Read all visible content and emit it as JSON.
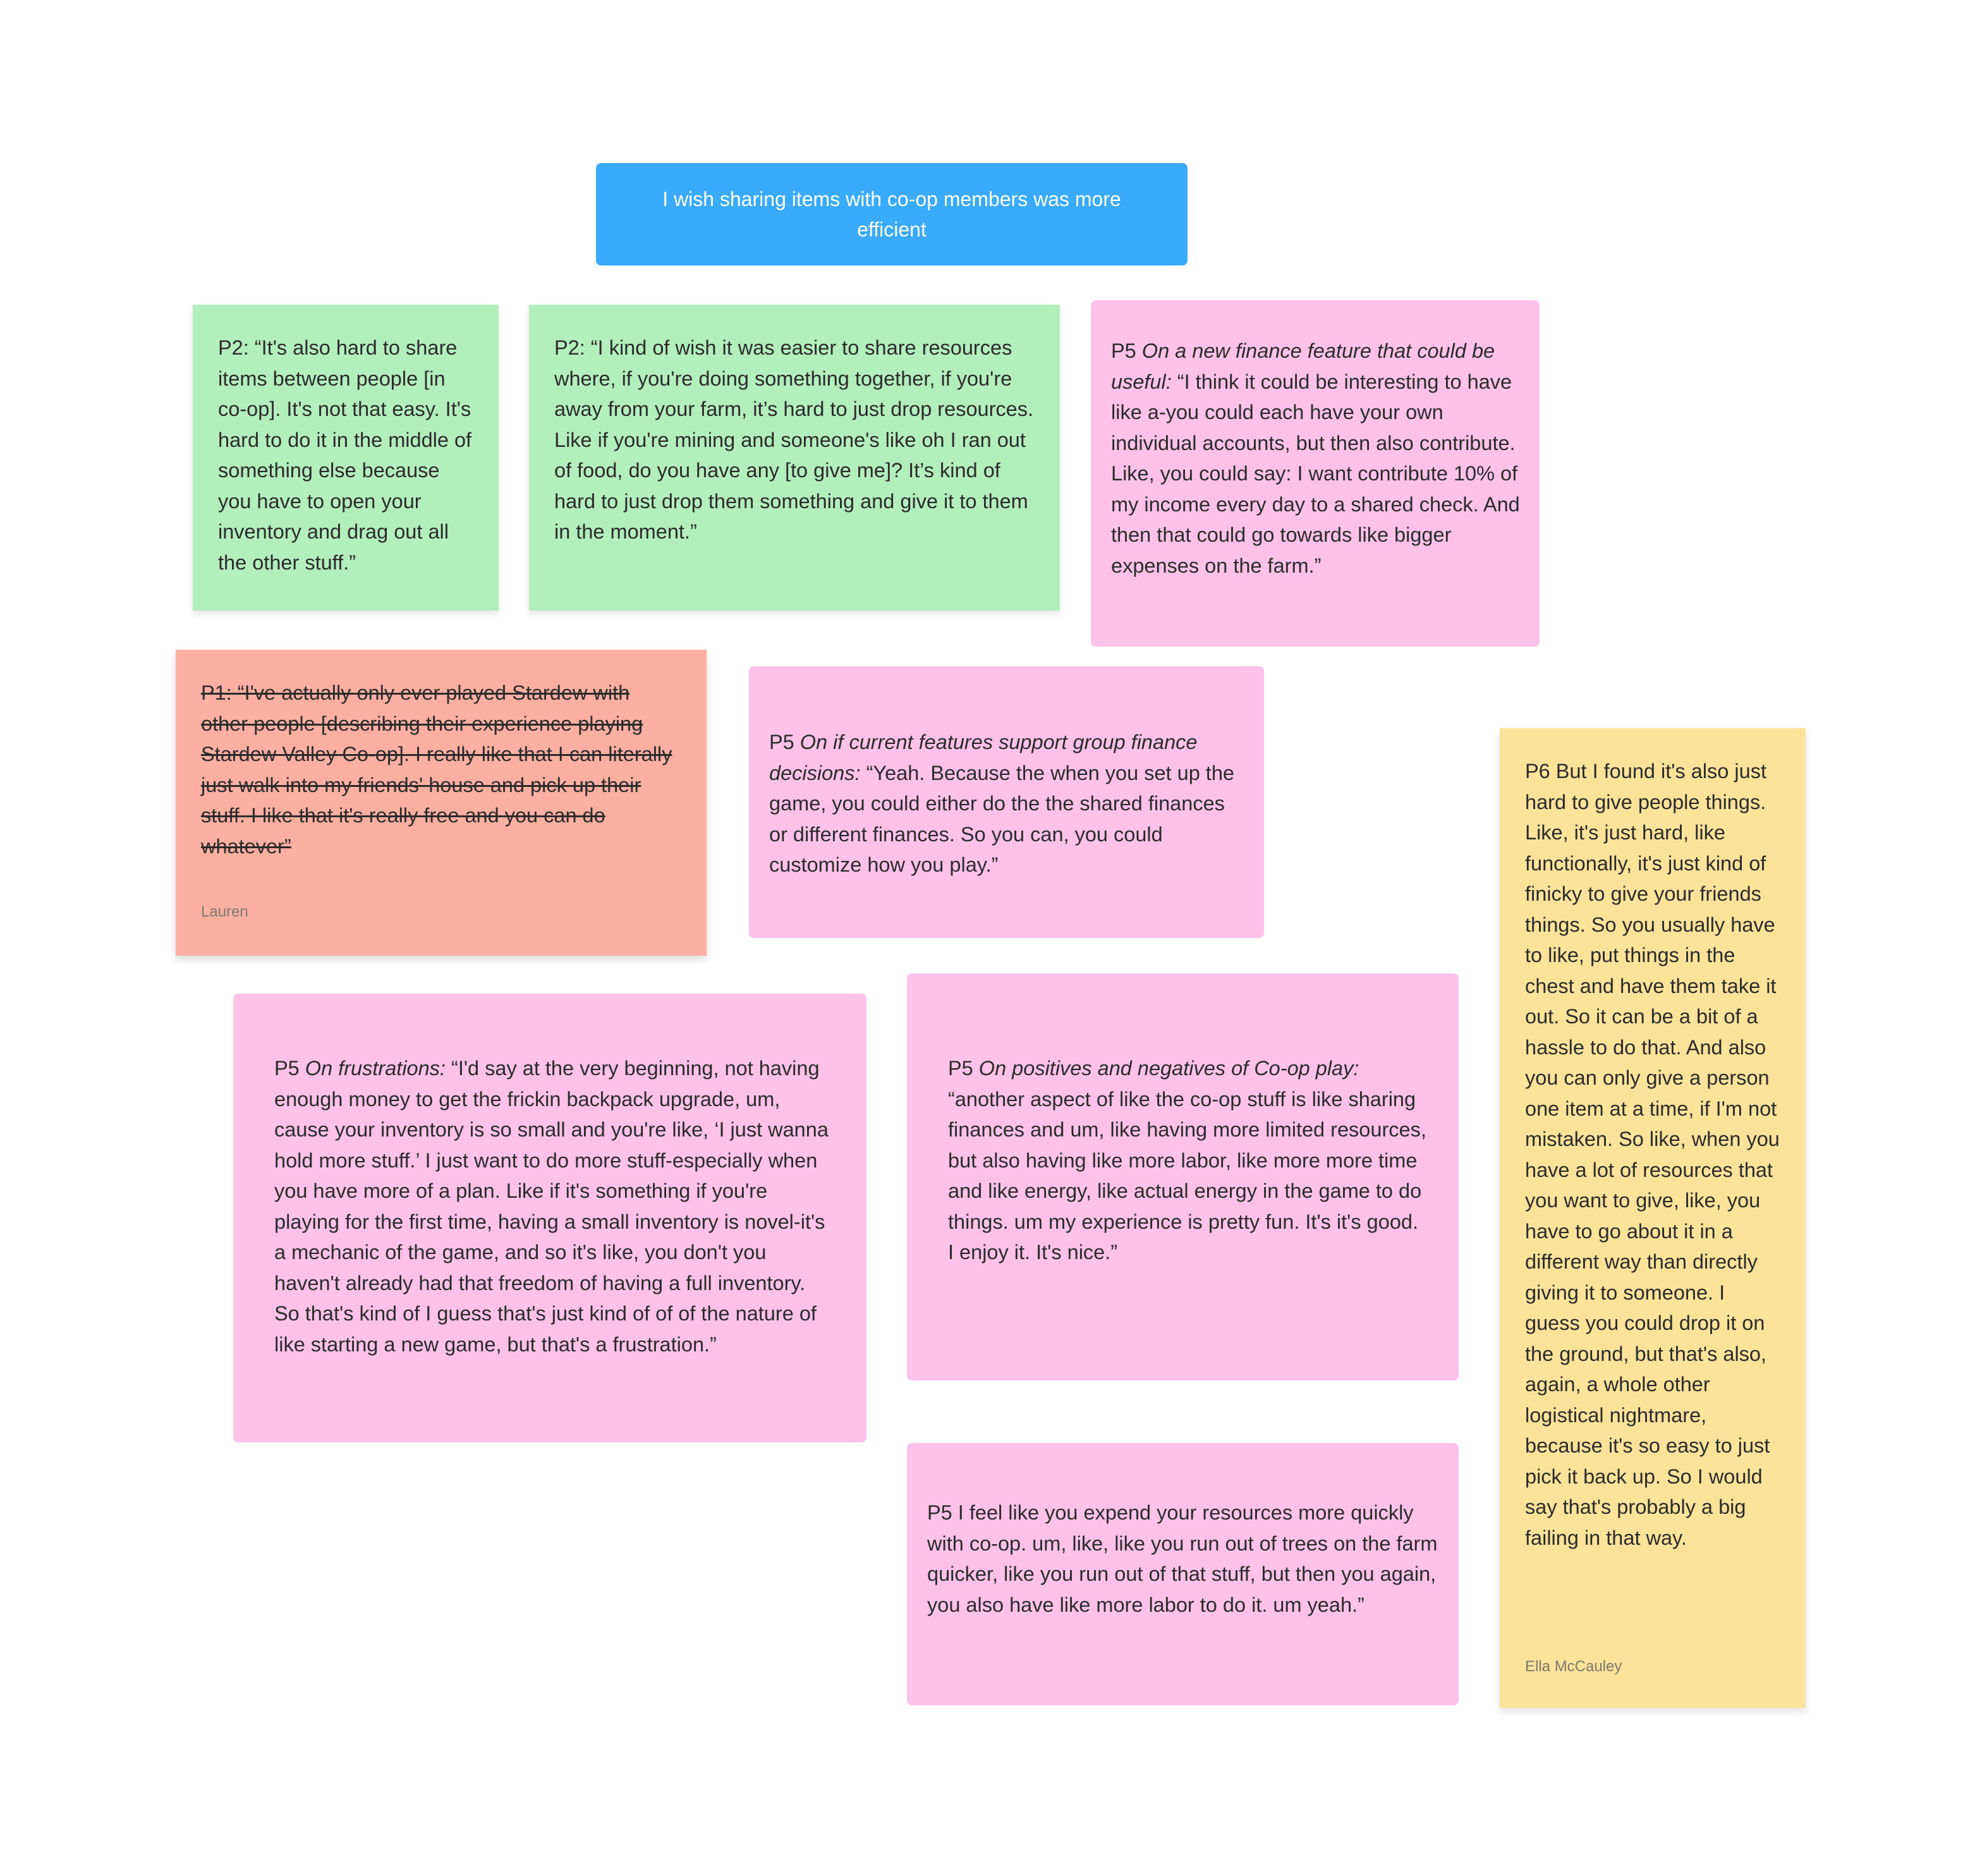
{
  "header": {
    "text": "I wish sharing items with co-op members was more efficient"
  },
  "notes": {
    "p2_share_items": {
      "text": "P2: “It's also hard to share items between people [in co-op]. It's not that easy. It's hard to do it in the middle of something else because you have to open your inventory and drag out all the other stuff.”"
    },
    "p2_drop_resources": {
      "text": "P2: “I kind of wish it was easier to share resources where, if you're doing something together, if you're away from your farm, it’s hard to just drop resources. Like if you're mining and someone's like oh I ran out of food, do you have any [to give me]? It’s kind of hard to just drop them something and give it to them in the moment.”"
    },
    "p5_finance_feature": {
      "label": "P5",
      "topic": "On a new finance feature that could be useful:",
      "text": "“I think it could be interesting to have like a-you could each have your own individual accounts, but then also contribute. Like, you could say: I want contribute 10% of my income every day to a shared check. And then that could go towards like bigger expenses on the farm.”"
    },
    "p1_stardew": {
      "text": "P1: “I've actually only ever played Stardew with other people [describing their experience playing Stardew Valley Co-op]. I really like that I can literally just walk into my friends' house and pick up their stuff. I like that it's really free and you can do whatever”",
      "author": "Lauren"
    },
    "p5_group_finance": {
      "label": "P5",
      "topic": "On if current features support group finance decisions:",
      "text": "“Yeah. Because the when you set up the game, you could either do the the shared finances or different finances. So you can, you could customize how you play.”"
    },
    "p6_give_things": {
      "text": "P6 But I found it's also just hard to give people things. Like, it's just hard, like functionally, it's just kind of finicky to give your friends things. So you usually have to like, put things in the chest and have them take it out. So it can be a bit of a hassle to do that. And also you can only give a person one item at a time, if I'm not mistaken. So like, when you have a lot of resources that you want to give, like, you have to go about it in a different way than directly giving it to someone. I guess you could drop it on the ground, but that's also, again, a whole other logistical nightmare, because it's so easy to just pick it back up. So I would say that's probably a big failing in that way.",
      "author": "Ella McCauley"
    },
    "p5_frustrations": {
      "label": "P5",
      "topic": "On frustrations:",
      "text": "“I'd say at the very beginning, not having enough money to get the frickin backpack upgrade, um, cause your inventory is so small and you're like, ‘I just wanna hold more stuff.’ I just want to do more stuff-especially when you have more of a plan. Like if it's something if you're playing for the first time, having a small inventory is novel-it's a mechanic of the game, and so it's like, you don't you haven't already had that freedom of having a full inventory. So that's kind of I guess that's just kind of of of the nature of like starting a new game, but that's a frustration.”"
    },
    "p5_coop_play": {
      "label": "P5",
      "topic": "On positives and negatives of Co-op play:",
      "text": "“another aspect of like the co-op stuff is like sharing finances and um, like having more limited resources, but also having like more labor, like more more time and like energy, like actual energy in the game to do things. um my experience is pretty fun. It's it's good. I enjoy it. It's nice.”"
    },
    "p5_expend_resources": {
      "text": "P5 I feel like you expend your resources more quickly with co-op. um, like, like you run out of trees on the farm quicker, like you run out of that stuff, but then you again, you also have like more labor to do it. um yeah.”"
    }
  },
  "colors": {
    "header": "#3aabfb",
    "green_note": "#b3efbd",
    "pink_note": "#fdc1ea",
    "salmon_note": "#fdb0a2",
    "yellow_note": "#fde29a"
  }
}
